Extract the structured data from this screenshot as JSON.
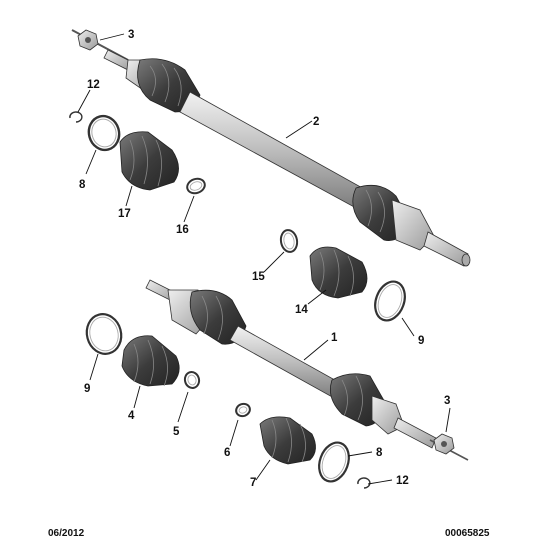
{
  "footer": {
    "date": "06/2012",
    "reference": "00065825"
  },
  "callouts": {
    "c_top_3": "3",
    "c_top_2": "2",
    "c_top_12": "12",
    "c_top_8": "8",
    "c_top_17": "17",
    "c_top_16": "16",
    "c_mid_15": "15",
    "c_mid_14": "14",
    "c_mid_9": "9",
    "c_bot_1": "1",
    "c_bot_9": "9",
    "c_bot_4": "4",
    "c_bot_5": "5",
    "c_bot_6": "6",
    "c_bot_7": "7",
    "c_bot_3": "3",
    "c_bot_8": "8",
    "c_bot_12": "12"
  },
  "colors": {
    "shaft_light": "#d6d6d6",
    "shaft_mid": "#9a9a9a",
    "boot_dark": "#3a3a3a",
    "boot_mid": "#5e5e5e",
    "metal_light": "#cfcfcf",
    "outline": "#222222"
  }
}
